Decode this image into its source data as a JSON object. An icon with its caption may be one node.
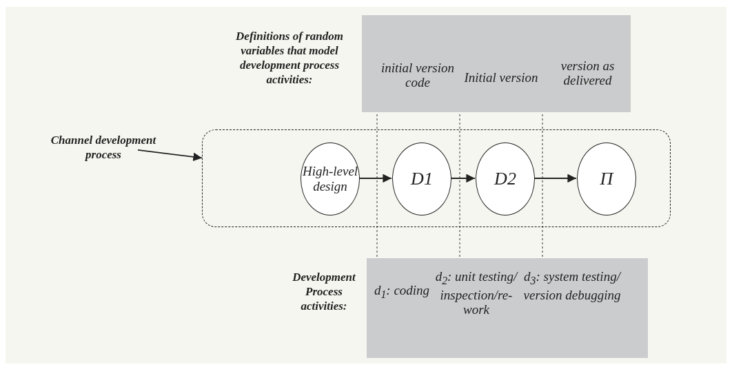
{
  "diagram": {
    "nodes": [
      {
        "text": [
          "initial version code",
          "Initial version",
          "version as delivered"
        ]
      },
      {
        "text": [
          "Channel development process"
        ]
      },
      {
        "text": [],
        "shape": "box"
      },
      {
        "text": [
          "High-level design"
        ],
        "in": 2
      },
      {
        "text": [
          "D1"
        ],
        "in": 2
      },
      {
        "text": [
          "D2"
        ],
        "in": 2
      },
      {
        "text": [
          "Π"
        ],
        "in": 2
      },
      {
        "text": [
          "d$_{1}$: coding",
          "d$_{2}$: unit testing/ inspection/re- work",
          "d$_{3}$: system testing/ version debugging"
        ]
      }
    ],
    "edges": [
      {
        "from": 1,
        "to": 2,
        "arrow": "to"
      },
      {
        "from": 3,
        "to": 4,
        "arrow": "to"
      },
      {
        "from": 4,
        "to": 5,
        "arrow": "to"
      },
      {
        "from": 5,
        "to": 6,
        "arrow": "to"
      }
    ],
    "labels": [
      "Definitions of random variables that model development process activities:",
      "Development Process activities:"
    ]
  }
}
